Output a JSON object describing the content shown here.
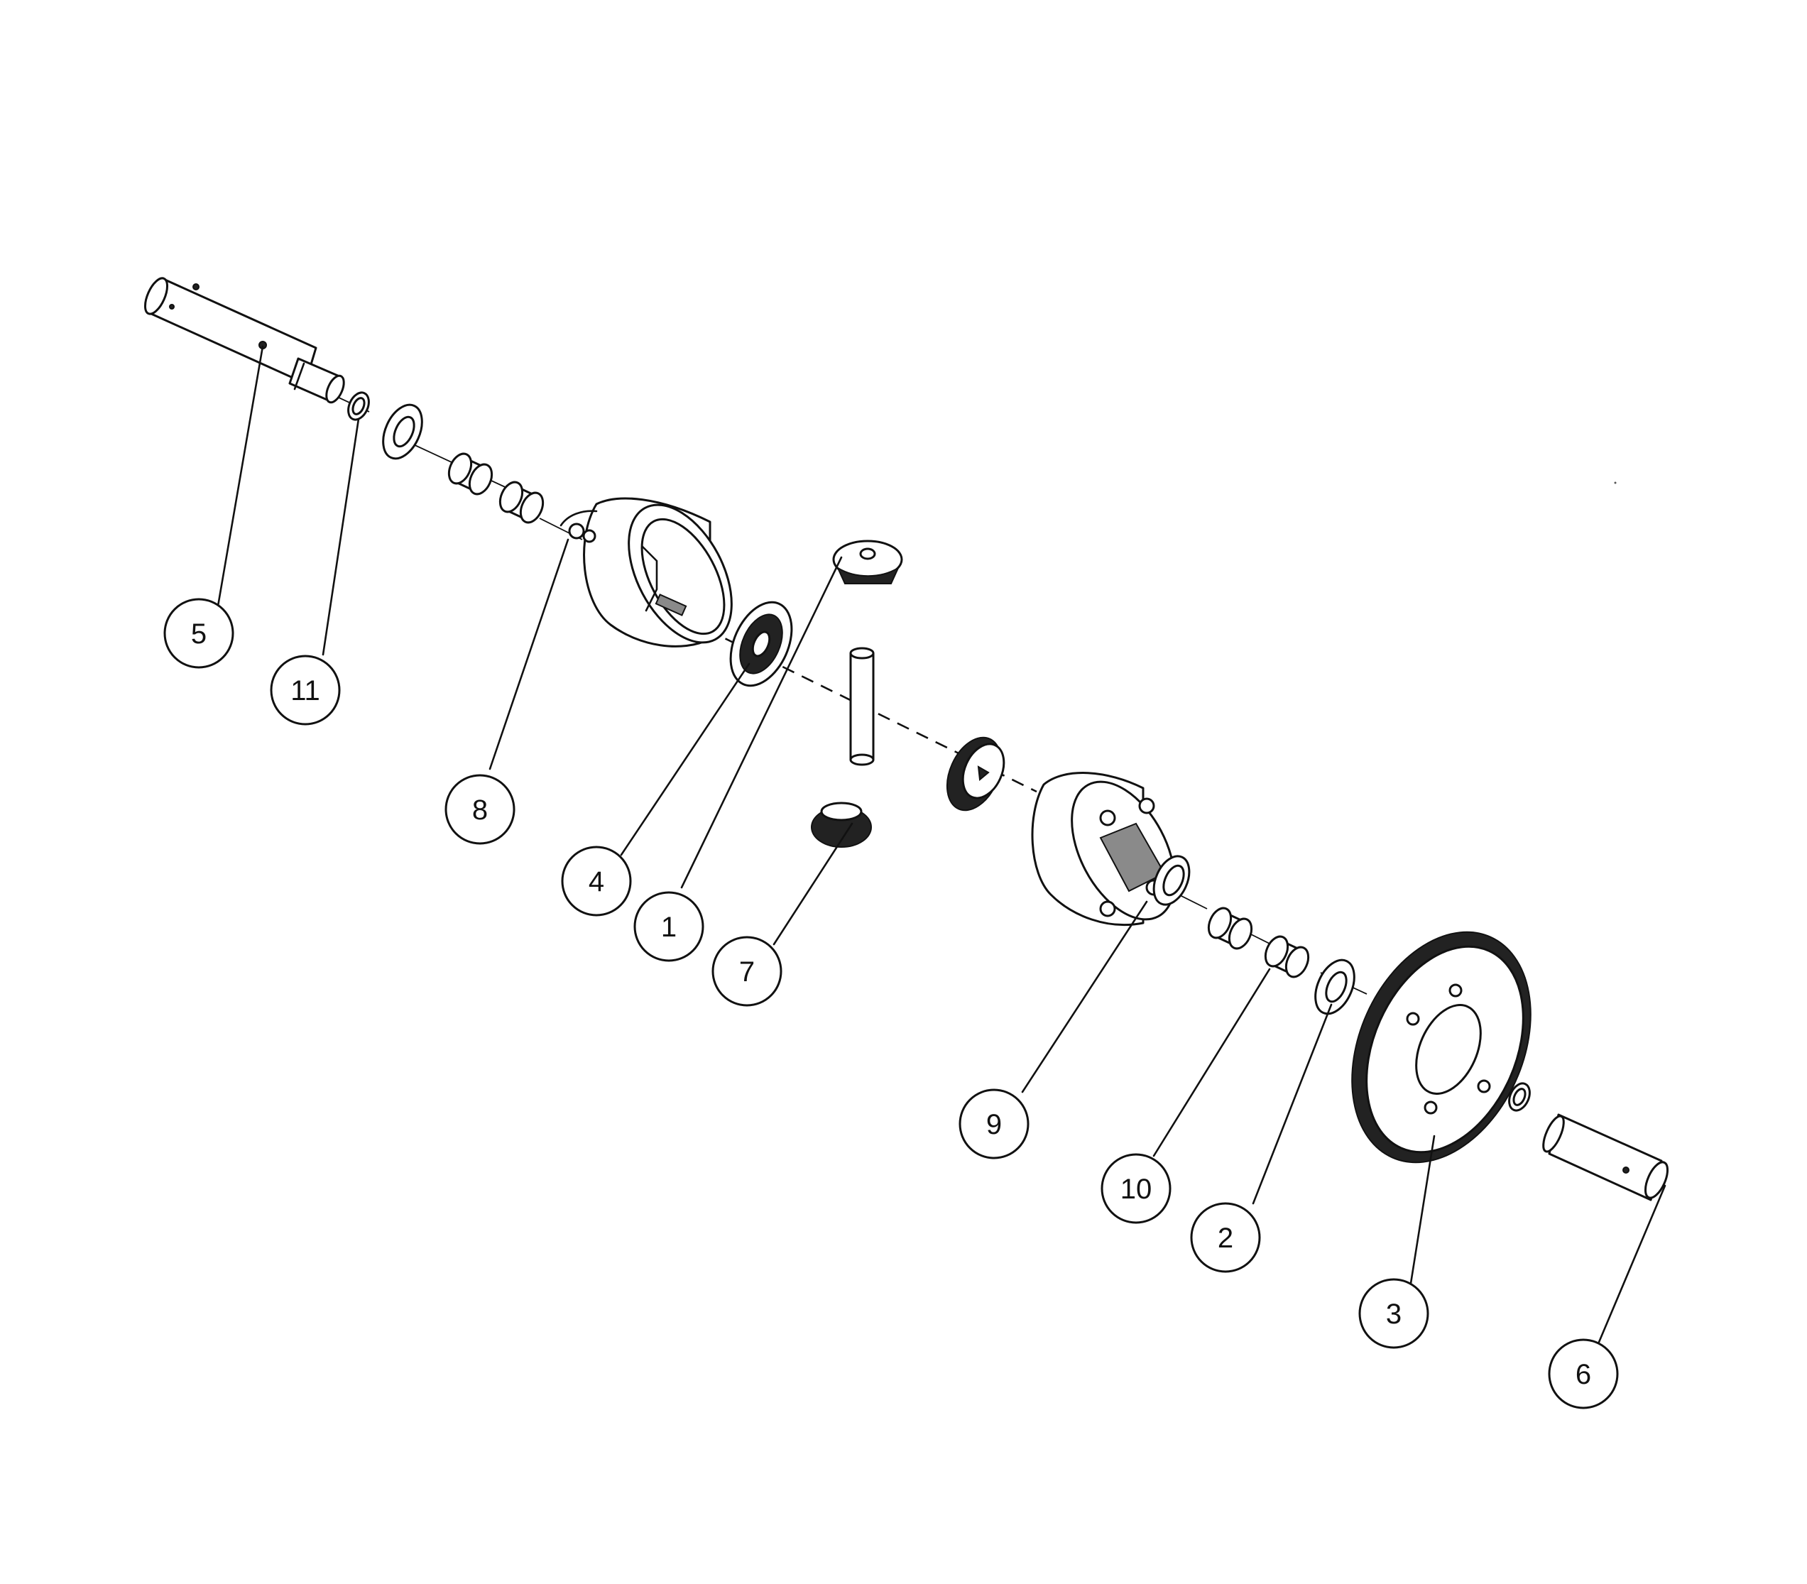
{
  "callouts": [
    {
      "id": "c5",
      "label": "5"
    },
    {
      "id": "c11",
      "label": "11"
    },
    {
      "id": "c8",
      "label": "8"
    },
    {
      "id": "c4",
      "label": "4"
    },
    {
      "id": "c1",
      "label": "1"
    },
    {
      "id": "c7",
      "label": "7"
    },
    {
      "id": "c9",
      "label": "9"
    },
    {
      "id": "c10",
      "label": "10"
    },
    {
      "id": "c2",
      "label": "2"
    },
    {
      "id": "c3",
      "label": "3"
    },
    {
      "id": "c6",
      "label": "6"
    }
  ],
  "colors": {
    "line": "#111111",
    "background": "#ffffff"
  }
}
